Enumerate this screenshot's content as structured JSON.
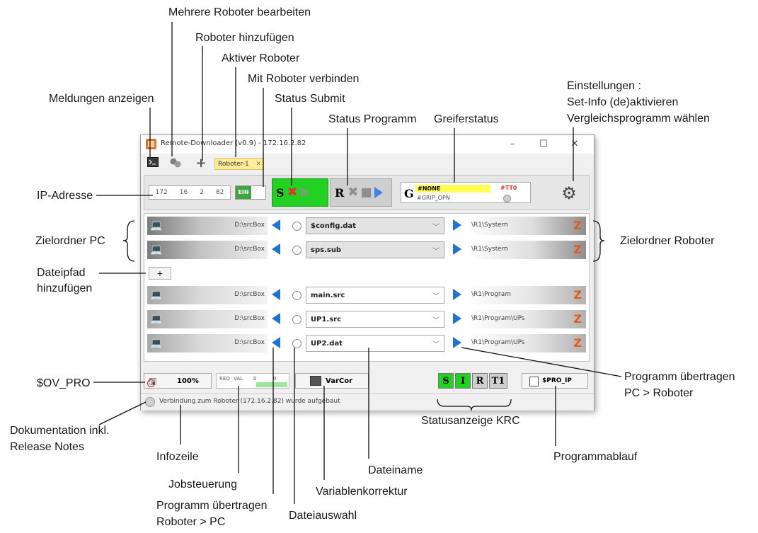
{
  "window": {
    "title": "Remote-Downloader (v0.9)  -  172.16.2.82",
    "minimize": "–",
    "maximize": "☐",
    "close": "✕"
  },
  "tabs": {
    "robot_tab": "Roboter-1",
    "robot_tab_close": "✕",
    "icons": [
      "console-icon",
      "multi-robot-icon",
      "plus-icon"
    ]
  },
  "header": {
    "ip": [
      "172",
      "16",
      "2",
      "82"
    ],
    "ein_label": "EIN",
    "submit_letter": "S",
    "program_letter": "R",
    "grip_letter": "G",
    "grip_none": "#NONE",
    "grip_tt0": "#TT0",
    "grip_opn": "#GRIP_OPN"
  },
  "files": {
    "rows": [
      {
        "pc_path": "D:\\srcBox",
        "filename": "$config.dat",
        "robot_path": "\\R1\\System"
      },
      {
        "pc_path": "D:\\srcBox",
        "filename": "sps.sub",
        "robot_path": "\\R1\\System"
      },
      {
        "pc_path": "D:\\srcBox",
        "filename": "main.src",
        "robot_path": "\\R1\\Program"
      },
      {
        "pc_path": "D:\\srcBox",
        "filename": "UP1.src",
        "robot_path": "\\R1\\Program\\UPs"
      },
      {
        "pc_path": "D:\\srcBox",
        "filename": "UP2.dat",
        "robot_path": "\\R1\\Program\\UPs"
      }
    ],
    "add_button": "+"
  },
  "bottom": {
    "ov_pro": "100%",
    "job_req": "REQ",
    "job_val": "VAL",
    "job_v1": "0",
    "job_v2": "0",
    "varcor": "VarCor",
    "krc": [
      "S",
      "I",
      "R",
      "T1"
    ],
    "pro_ip": "$PRO_IP"
  },
  "status": {
    "text": "Verbindung zum Roboter (172.16.2.82) wurde aufgebaut"
  },
  "annotations": {
    "mehrere": "Mehrere Roboter bearbeiten",
    "hinzufuegen": "Roboter hinzufügen",
    "aktiver": "Aktiver Roboter",
    "verbinden": "Mit Roboter verbinden",
    "meldungen": "Meldungen anzeigen",
    "submit": "Status Submit",
    "programm": "Status Programm",
    "greifer": "Greiferstatus",
    "einst1": "Einstellungen :",
    "einst2": "Set-Info (de)aktivieren",
    "einst3": "Vergleichsprogramm wählen",
    "ip": "IP-Adresse",
    "zielpc": "Zielordner PC",
    "zielrob": "Zielordner Roboter",
    "dateipfad1": "Dateipfad",
    "dateipfad2": "hinzufügen",
    "ovpro": "$OV_PRO",
    "pcrob1": "Programm übertragen",
    "pcrob2": "PC > Roboter",
    "krc": "Statusanzeige KRC",
    "doku1": "Dokumentation inkl.",
    "doku2": "Release Notes",
    "infozeile": "Infozeile",
    "programmablauf": "Programmablauf",
    "dateiname": "Dateiname",
    "jobsteuerung": "Jobsteuerung",
    "variablen": "Variablenkorrektur",
    "robpc1": "Programm übertragen",
    "robpc2": "Roboter > PC",
    "dateiauswahl": "Dateiauswahl"
  }
}
